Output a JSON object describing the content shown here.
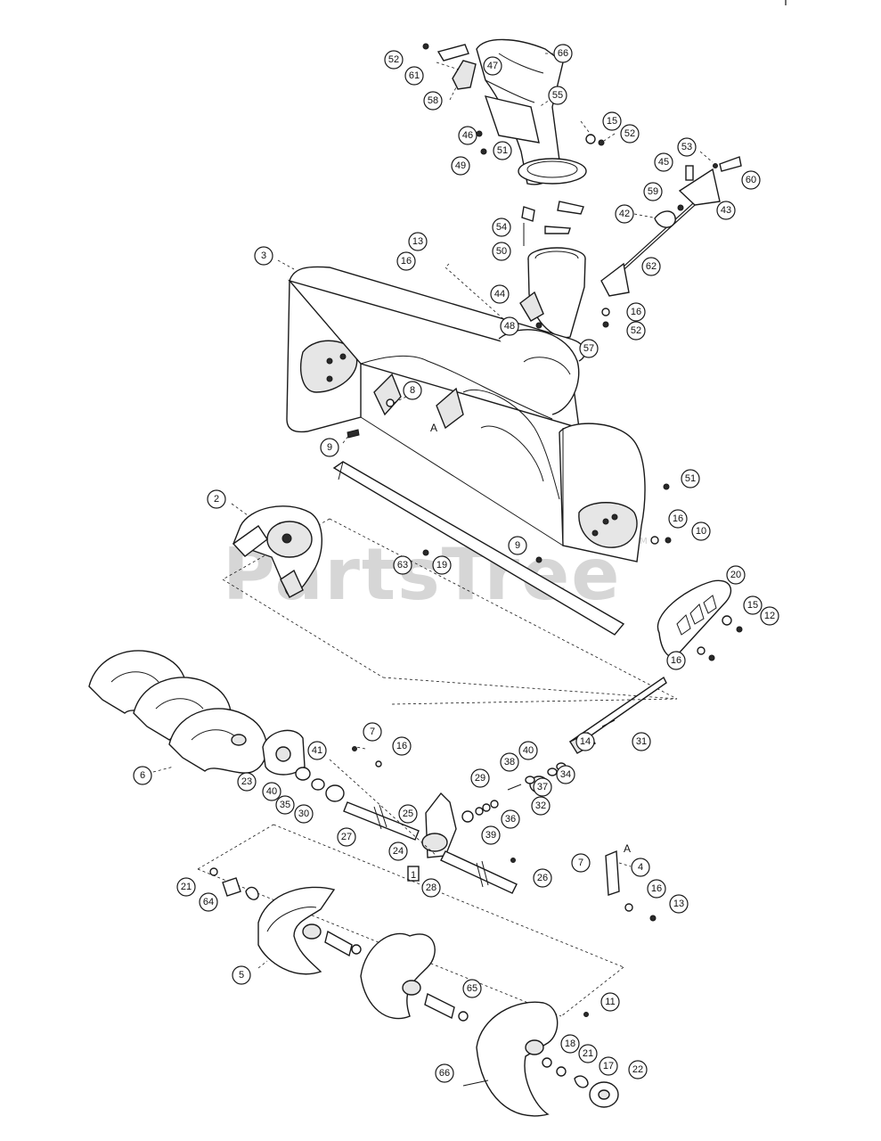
{
  "watermark": {
    "text": "PartsTree",
    "trademark": "TM"
  },
  "reference_letter": "A",
  "boxed_label": "1",
  "callouts": {
    "c52a": "52",
    "c61": "61",
    "c58": "58",
    "c66a": "66",
    "c47": "47",
    "c55": "55",
    "c46": "46",
    "c15a": "15",
    "c52b": "52",
    "c49": "49",
    "c51a": "51",
    "c53": "53",
    "c45": "45",
    "c60": "60",
    "c59": "59",
    "c43": "43",
    "c42": "42",
    "c54": "54",
    "c50": "50",
    "c13a": "13",
    "c16a": "16",
    "c3": "3",
    "c62": "62",
    "c44": "44",
    "c16b": "16",
    "c48": "48",
    "c52c": "52",
    "c57": "57",
    "c8": "8",
    "c9a": "9",
    "c51b": "51",
    "c2": "2",
    "c16c": "16",
    "c10": "10",
    "c9b": "9",
    "c63": "63",
    "c19": "19",
    "c20": "20",
    "c15b": "15",
    "c12": "12",
    "c16d": "16",
    "c14": "14",
    "c31": "31",
    "c7a": "7",
    "c16e": "16",
    "c41": "41",
    "c40a": "40",
    "c38": "38",
    "c6": "6",
    "c23": "23",
    "c37": "37",
    "c34": "34",
    "c29": "29",
    "c40b": "40",
    "c35": "35",
    "c30": "30",
    "c32": "32",
    "c36": "36",
    "c25": "25",
    "c39": "39",
    "c27": "27",
    "c24": "24",
    "c7b": "7",
    "c4": "4",
    "c26": "26",
    "c28": "28",
    "c16f": "16",
    "c13b": "13",
    "c21a": "21",
    "c64": "64",
    "c5": "5",
    "c65": "65",
    "c11": "11",
    "c18": "18",
    "c21b": "21",
    "c17": "17",
    "c22": "22",
    "c66b": "66"
  }
}
